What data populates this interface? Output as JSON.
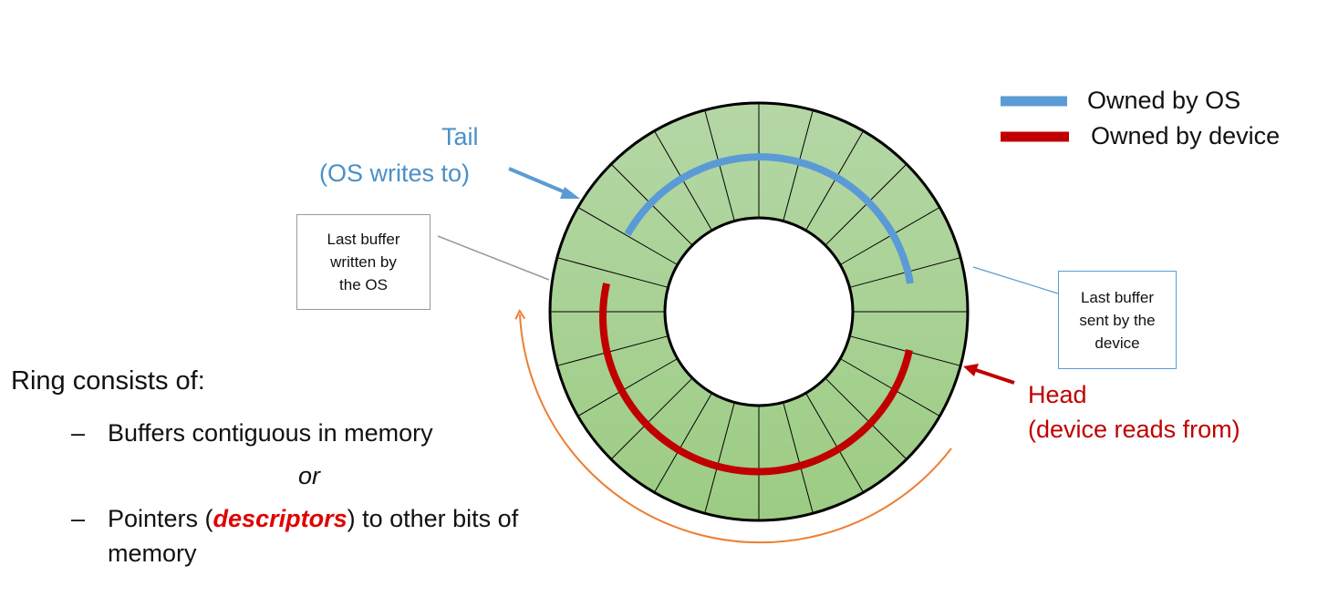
{
  "legend": {
    "os_label": "Owned by OS",
    "device_label": "Owned by device",
    "os_color": "#5b9bd5",
    "device_color": "#c00000"
  },
  "tail": {
    "line1": "Tail",
    "line2": "(OS writes to)"
  },
  "head": {
    "line1": "Head",
    "line2": "(device reads from)"
  },
  "callout_os": {
    "lines": [
      "Last buffer",
      "written by",
      "the OS"
    ]
  },
  "callout_device": {
    "lines": [
      "Last buffer",
      "sent by the",
      "device"
    ]
  },
  "ring": {
    "slot_fill": "#a9d08e",
    "segments": 24
  },
  "description": {
    "heading": "Ring consists of:",
    "bullet_dash": "–",
    "bullet1": "Buffers contiguous in memory",
    "or": "or",
    "bullet2_pre": "Pointers (",
    "bullet2_em": "descriptors",
    "bullet2_post": ") to other bits of",
    "bullet2_line2": "memory"
  }
}
